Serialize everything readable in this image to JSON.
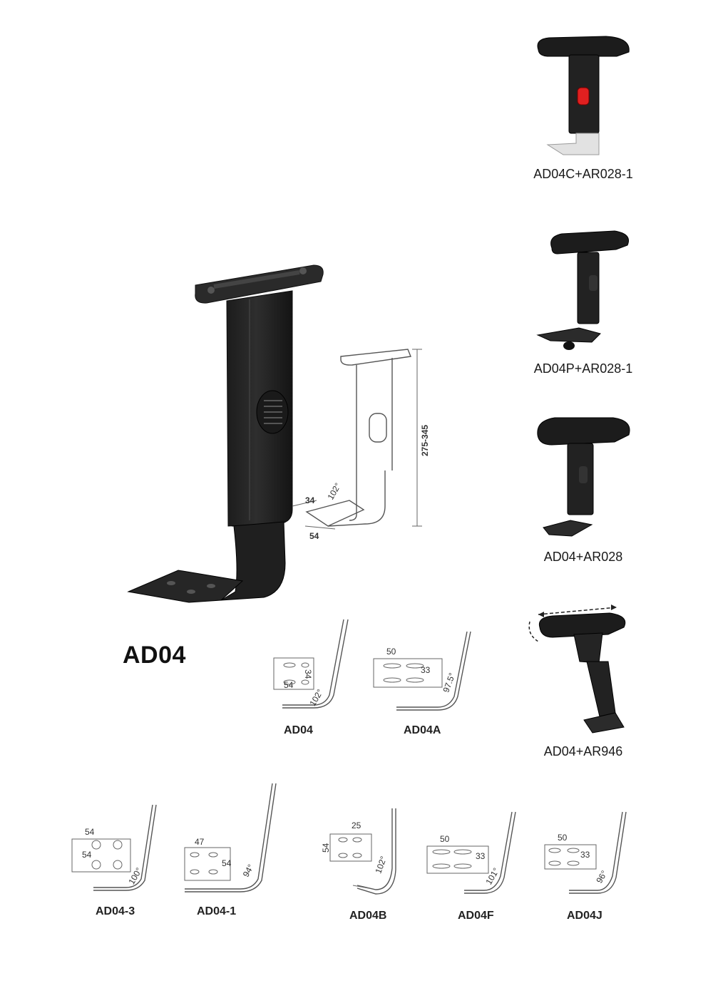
{
  "title": "AD04",
  "main_drawing": {
    "height_label": "275-345",
    "width_top": "34",
    "width_bottom": "54",
    "angle": "102°"
  },
  "products": [
    {
      "caption": "AD04C+AR028-1",
      "accent": "#e02020"
    },
    {
      "caption": "AD04P+AR028-1"
    },
    {
      "caption": "AD04+AR028"
    },
    {
      "caption": "AD04+AR946"
    }
  ],
  "diagrams_row1": [
    {
      "label": "AD04",
      "dims": [
        "34",
        "54"
      ],
      "angle": "102°"
    },
    {
      "label": "AD04A",
      "dims": [
        "50",
        "33"
      ],
      "angle": "97.5°"
    }
  ],
  "diagrams_row2": [
    {
      "label": "AD04-3",
      "dims": [
        "54",
        "54"
      ],
      "angle": "100°"
    },
    {
      "label": "AD04-1",
      "dims": [
        "47",
        "54"
      ],
      "angle": "94°"
    },
    {
      "label": "AD04B",
      "dims": [
        "25",
        "54"
      ],
      "angle": "102°"
    },
    {
      "label": "AD04F",
      "dims": [
        "50",
        "33"
      ],
      "angle": "101°"
    },
    {
      "label": "AD04J",
      "dims": [
        "50",
        "33"
      ],
      "angle": "96°"
    }
  ]
}
